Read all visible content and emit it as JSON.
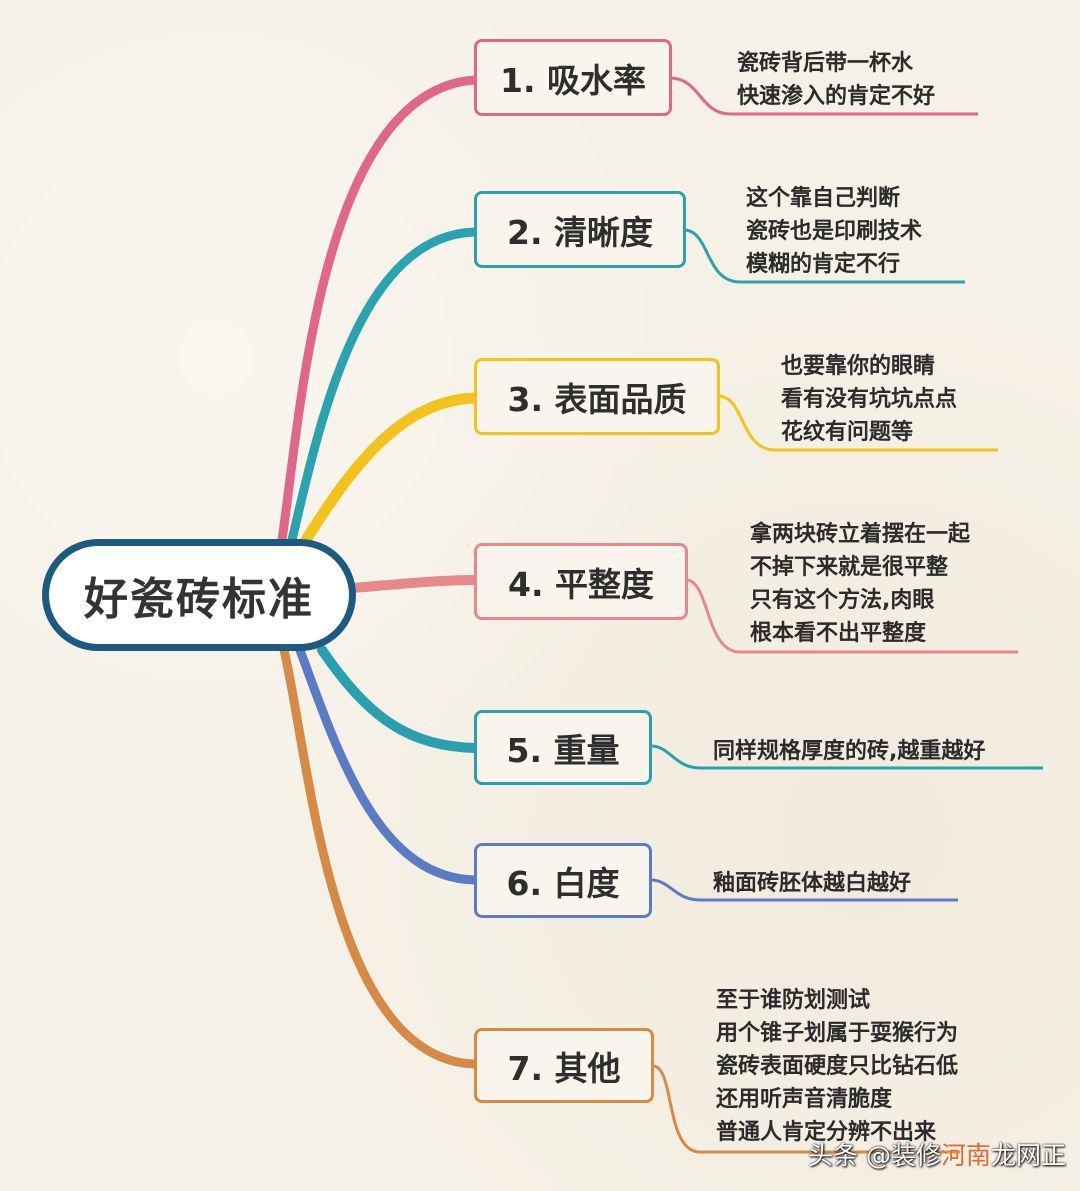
{
  "root": {
    "label": "好瓷砖标准",
    "border_color": "#1d5a80"
  },
  "branches": [
    {
      "label": "1. 吸水率",
      "color": "#e0668a",
      "note": [
        "瓷砖背后带一杯水",
        "快速渗入的肯定不好"
      ]
    },
    {
      "label": "2. 清晰度",
      "color": "#2aa3ae",
      "note": [
        "这个靠自己判断",
        "瓷砖也是印刷技术",
        "模糊的肯定不行"
      ]
    },
    {
      "label": "3. 表面品质",
      "color": "#f2c21d",
      "note": [
        "也要靠你的眼睛",
        "看有没有坑坑点点",
        "花纹有问题等"
      ]
    },
    {
      "label": "4. 平整度",
      "color": "#e8888a",
      "note": [
        "拿两块砖立着摆在一起",
        "不掉下来就是很平整",
        "只有这个方法,肉眼",
        "根本看不出平整度"
      ]
    },
    {
      "label": "5. 重量",
      "color": "#2a9fb0",
      "note": [
        "同样规格厚度的砖,越重越好"
      ]
    },
    {
      "label": "6. 白度",
      "color": "#5b7cc4",
      "note": [
        "釉面砖胚体越白越好"
      ]
    },
    {
      "label": "7. 其他",
      "color": "#d58a45",
      "note": [
        "至于谁防划测试",
        "用个锥子划属于耍猴行为",
        "瓷砖表面硬度只比钻石低",
        "还用听声音清脆度",
        "普通人肯定分辨不出来"
      ]
    }
  ],
  "watermark": {
    "prefix": "头条 @装修",
    "highlight": "河南",
    "suffix": "龙网正"
  }
}
